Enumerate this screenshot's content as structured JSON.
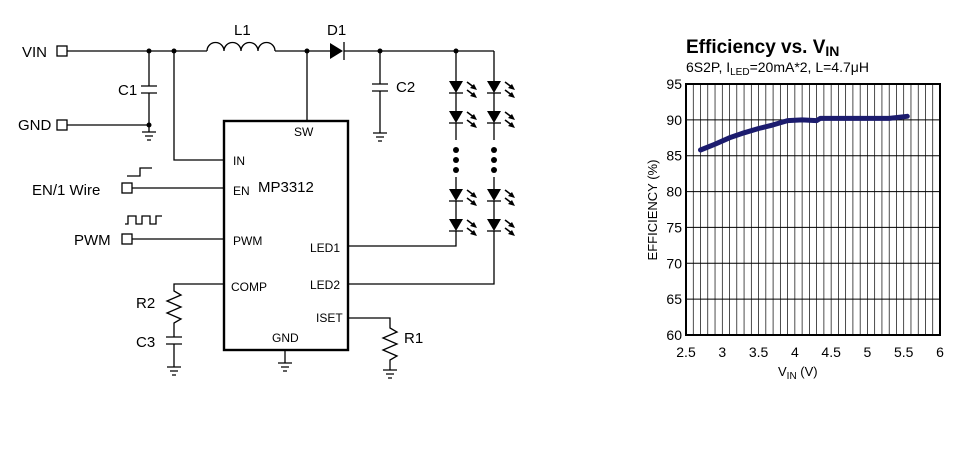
{
  "schematic": {
    "terminals": {
      "vin": "VIN",
      "gnd": "GND",
      "en": "EN/1 Wire",
      "pwm": "PWM"
    },
    "components": {
      "l1": "L1",
      "d1": "D1",
      "c1": "C1",
      "c2": "C2",
      "r1": "R1",
      "r2": "R2",
      "c3": "C3"
    },
    "ic": {
      "name": "MP3312",
      "pins": {
        "sw": "SW",
        "in": "IN",
        "en": "EN",
        "pwm": "PWM",
        "comp": "COMP",
        "gnd": "GND",
        "led1": "LED1",
        "led2": "LED2",
        "iset": "ISET"
      }
    }
  },
  "chart_data": {
    "type": "line",
    "title": "Efficiency vs. V",
    "title_sub": "IN",
    "subtitle_parts": {
      "a": "6S2P, I",
      "sub": "LED",
      "b": "=20mA*2, L=4.7μH"
    },
    "xlabel": "V",
    "xlabel_sub": "IN",
    "xlabel_unit": " (V)",
    "ylabel": "EFFICIENCY (%)",
    "xlim": [
      2.5,
      6
    ],
    "ylim": [
      60,
      95
    ],
    "xticks": [
      "2.5",
      "3",
      "3.5",
      "4",
      "4.5",
      "5",
      "5.5",
      "6"
    ],
    "yticks": [
      "60",
      "65",
      "70",
      "75",
      "80",
      "85",
      "90",
      "95"
    ],
    "grid": true,
    "series_color": "#1c1c6e",
    "series": [
      {
        "x": [
          2.7,
          2.9,
          3.1,
          3.3,
          3.5,
          3.7,
          3.9,
          4.1,
          4.3,
          4.35,
          4.5,
          4.7,
          4.9,
          5.1,
          5.3,
          5.55
        ],
        "values": [
          85.8,
          86.6,
          87.5,
          88.2,
          88.8,
          89.3,
          89.9,
          90.0,
          89.9,
          90.2,
          90.2,
          90.2,
          90.2,
          90.2,
          90.2,
          90.5
        ]
      }
    ]
  }
}
